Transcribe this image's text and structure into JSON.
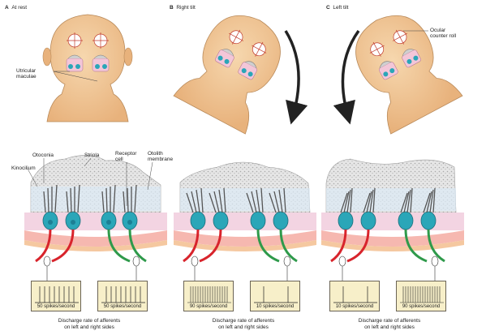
{
  "panels": [
    {
      "letter": "A",
      "title": "At rest"
    },
    {
      "letter": "B",
      "title": "Right tilt"
    },
    {
      "letter": "C",
      "title": "Left tilt"
    }
  ],
  "labels": {
    "utricular": "Utricular\nmaculae",
    "ocular": "Ocular\ncounter roll",
    "otoconia": "Otoconia",
    "striola": "Striola",
    "receptor": "Receptor\ncell",
    "otolith": "Otolith\nmembrane",
    "kinocilium": "Kinocilium"
  },
  "rates": [
    {
      "left": "50 spikes/second",
      "right": "50 spikes/second"
    },
    {
      "left": "90 spikes/second",
      "right": "10 spikes/second"
    },
    {
      "left": "10 spikes/second",
      "right": "90 spikes/second"
    }
  ],
  "caption": "Discharge rate of afferents\non left and right sides",
  "colors": {
    "skin": "#f1c99a",
    "red": "#d8242c",
    "green": "#2f9a4b",
    "cell": "#2aa6b8",
    "box": "#f7efc9"
  }
}
